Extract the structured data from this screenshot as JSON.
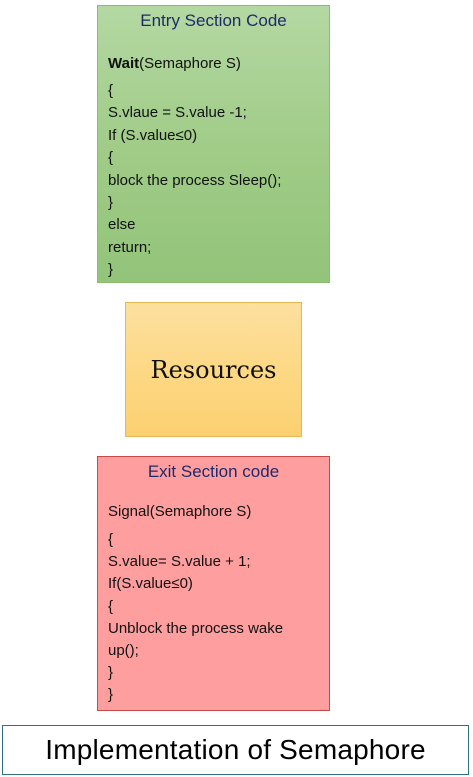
{
  "entry": {
    "title": "Entry Section Code",
    "signature_keyword": "Wait",
    "signature_rest": "(Semaphore S)",
    "lines": [
      "{",
      "S.vlaue = S.value -1;",
      "If (S.value≤0)",
      "{",
      "block the process Sleep();",
      "}",
      "else",
      "return;",
      "}"
    ]
  },
  "resources": {
    "label": "Resources"
  },
  "exit": {
    "title": "Exit Section code",
    "signature": "Signal(Semaphore S)",
    "lines": [
      "{",
      "S.value= S.value + 1;",
      "If(S.value≤0)",
      "{",
      "Unblock the process wake",
      "up();",
      "}",
      "}"
    ]
  },
  "caption": "Implementation of Semaphore",
  "colors": {
    "entry_fill": "#9fcb86",
    "resources_fill": "#fdd780",
    "exit_fill": "#ff9e9f",
    "title_text": "#1f2a6b"
  }
}
